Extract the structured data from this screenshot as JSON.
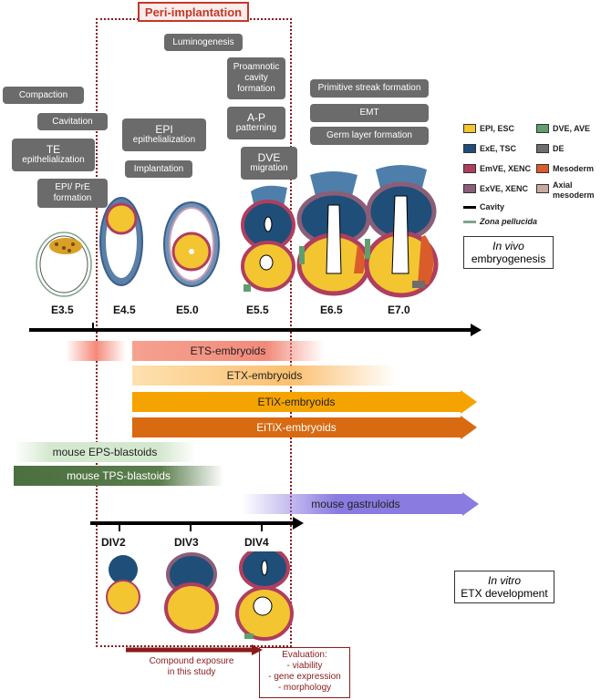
{
  "header": {
    "title": "Peri-implantation"
  },
  "process_boxes": {
    "luminogenesis": "Luminogenesis",
    "proamnotic": "Proamnotic cavity formation",
    "compaction": "Compaction",
    "cavitation": "Cavitation",
    "te_l1": "TE",
    "te_l2": "epithelialization",
    "epi_prE": "EPI/ PrE formation",
    "epi_epith_l1": "EPI",
    "epi_epith_l2": "epithelialization",
    "implantation": "Implantation",
    "ap_l1": "A-P",
    "ap_l2": "patterning",
    "dve_l1": "DVE",
    "dve_l2": "migration",
    "primitive_streak": "Primitive streak formation",
    "emt": "EMT",
    "germ_layer": "Germ layer formation"
  },
  "legend": {
    "items": [
      {
        "label": "EPI, ESC",
        "color": "#f2c531"
      },
      {
        "label": "DVE, AVE",
        "color": "#5f9e6e"
      },
      {
        "label": "ExE, TSC",
        "color": "#1f4e79"
      },
      {
        "label": "DE",
        "color": "#6d6d6d"
      },
      {
        "label": "EmVE, XENC",
        "color": "#b03e5e"
      },
      {
        "label": "Mesoderm",
        "color": "#d95c2a"
      },
      {
        "label": "ExVE, XENC",
        "color": "#8b5e78"
      },
      {
        "label": "Axial mesoderm",
        "color": "#c9a89f"
      }
    ],
    "cavity": "Cavity",
    "zona": "Zona pellucida"
  },
  "in_vivo": {
    "l1": "In vivo",
    "l2": "embryogenesis"
  },
  "in_vitro": {
    "l1": "In vitro",
    "l2": "ETX development"
  },
  "timeline_vivo": [
    "E3.5",
    "E4.5",
    "E5.0",
    "E5.5",
    "E6.5",
    "E7.0"
  ],
  "timeline_vitro": [
    "DIV2",
    "DIV3",
    "DIV4"
  ],
  "bands": {
    "ets": "ETS-embryoids",
    "etx": "ETX-embryoids",
    "etix": "ETiX-embryoids",
    "eitix": "EiTiX-embryoids",
    "eps": "mouse EPS-blastoids",
    "tps": "mouse TPS-blastoids",
    "gastruloids": "mouse gastruloids"
  },
  "bottom": {
    "compound_l1": "Compound exposure",
    "compound_l2": "in this study",
    "eval_title": "Evaluation:",
    "eval_items": [
      "viability",
      "gene expression",
      "morphology"
    ]
  }
}
